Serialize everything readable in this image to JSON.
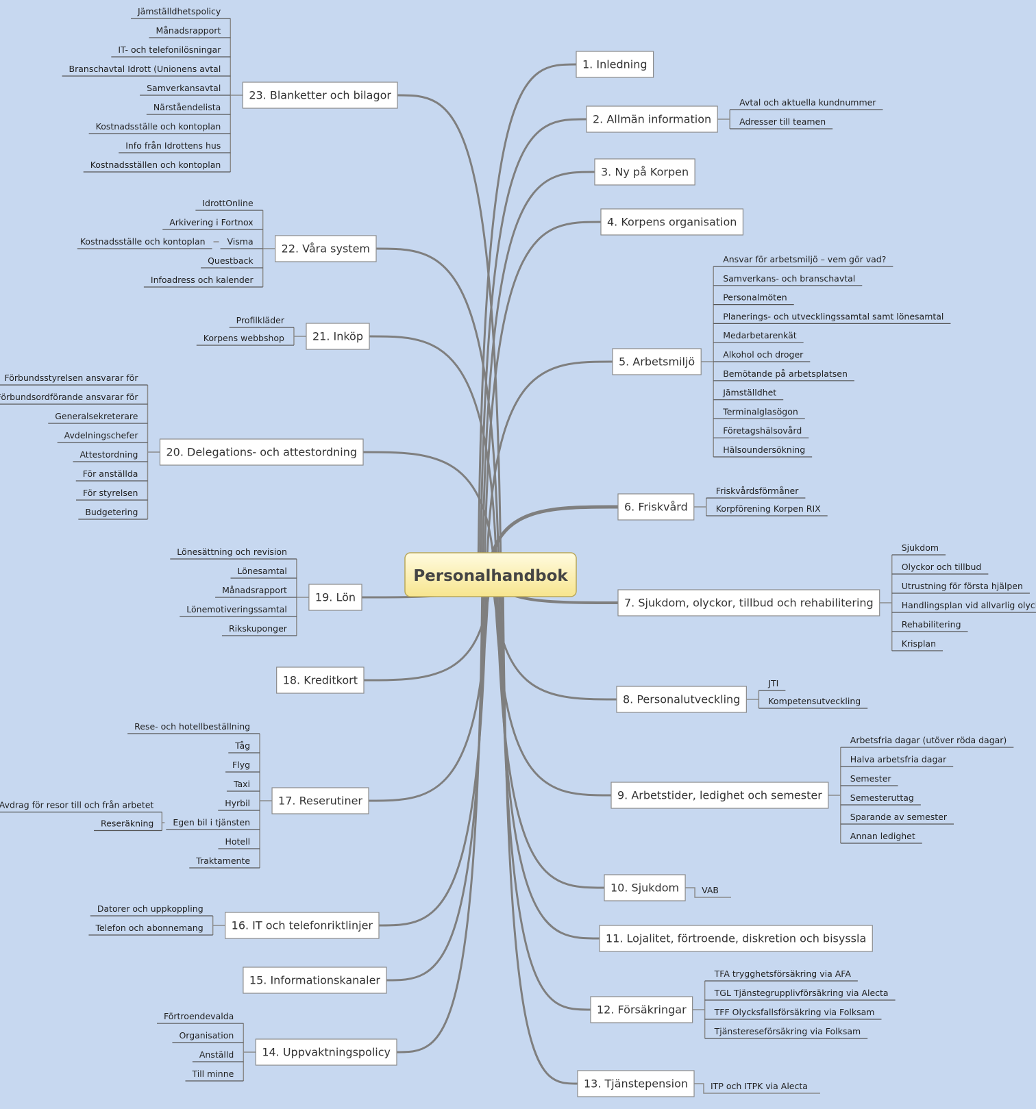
{
  "title": "Personalhandbok",
  "colors": {
    "background": "#c7d8f0",
    "branch": "#7f7f7f",
    "center_fill_top": "#fffbe0",
    "center_fill_bottom": "#f7e58e",
    "center_border": "#b9a758"
  },
  "right_topics": [
    {
      "label": "1. Inledning",
      "children": []
    },
    {
      "label": "2. Allmän information",
      "children": [
        "Avtal och aktuella kundnummer",
        "Adresser till teamen"
      ]
    },
    {
      "label": "3. Ny på Korpen",
      "children": []
    },
    {
      "label": "4. Korpens organisation",
      "children": []
    },
    {
      "label": "5. Arbetsmiljö",
      "children": [
        "Ansvar för arbetsmiljö – vem gör vad?",
        "Samverkans- och branschavtal",
        "Personalmöten",
        "Planerings- och utvecklingssamtal samt lönesamtal",
        "Medarbetarenkät",
        "Alkohol och droger",
        "Bemötande på arbetsplatsen",
        "Jämställdhet",
        "Terminalglasögon",
        "Företagshälsovård",
        "Hälsoundersökning"
      ]
    },
    {
      "label": "6. Friskvård",
      "children": [
        "Friskvårdsförmåner",
        "Korpförening Korpen RIX"
      ]
    },
    {
      "label": "7. Sjukdom, olyckor, tillbud och rehabilitering",
      "children": [
        "Sjukdom",
        "Olyckor och tillbud",
        "Utrustning för första hjälpen",
        "Handlingsplan vid allvarlig olycka",
        "Rehabilitering",
        "Krisplan"
      ]
    },
    {
      "label": "8. Personalutveckling",
      "children": [
        "JTI",
        "Kompetensutveckling"
      ]
    },
    {
      "label": "9. Arbetstider, ledighet och semester",
      "children": [
        "Arbetsfria dagar (utöver röda dagar)",
        "Halva arbetsfria dagar",
        "Semester",
        "Semesteruttag",
        "Sparande av semester",
        "Annan ledighet"
      ]
    },
    {
      "label": "10. Sjukdom",
      "children": [
        "VAB"
      ]
    },
    {
      "label": "11. Lojalitet, förtroende, diskretion och bisyssla",
      "children": []
    },
    {
      "label": "12. Försäkringar",
      "children": [
        "TFA trygghetsförsäkring via AFA",
        "TGL Tjänstegrupplivförsäkring via Alecta",
        "TFF Olycksfallsförsäkring via Folksam",
        "Tjänstereseförsäkring via Folksam"
      ]
    },
    {
      "label": "13. Tjänstepension",
      "children": [
        "ITP och ITPK via Alecta"
      ]
    }
  ],
  "left_topics": [
    {
      "label": "23. Blanketter och bilagor",
      "children": [
        {
          "label": "Jämställdhetspolicy"
        },
        {
          "label": "Månadsrapport"
        },
        {
          "label": "IT- och telefonilösningar"
        },
        {
          "label": "Branschavtal Idrott (Unionens avtal"
        },
        {
          "label": "Samverkansavtal"
        },
        {
          "label": "Närståendelista"
        },
        {
          "label": "Kostnadsställe och kontoplan"
        },
        {
          "label": "Info från Idrottens hus"
        },
        {
          "label": "Kostnadsställen och kontoplan"
        }
      ]
    },
    {
      "label": "22. Våra system",
      "children": [
        {
          "label": "IdrottOnline"
        },
        {
          "label": "Arkivering i Fortnox"
        },
        {
          "label": "Visma",
          "children": [
            "Kostnadsställe och kontoplan"
          ]
        },
        {
          "label": "Questback"
        },
        {
          "label": "Infoadress och kalender"
        }
      ]
    },
    {
      "label": "21. Inköp",
      "children": [
        {
          "label": "Profilkläder"
        },
        {
          "label": "Korpens webbshop"
        }
      ]
    },
    {
      "label": "20. Delegations- och attestordning",
      "children": [
        {
          "label": "Förbundsstyrelsen ansvarar för"
        },
        {
          "label": "Förbundsordförande ansvarar för"
        },
        {
          "label": "Generalsekreterare"
        },
        {
          "label": "Avdelningschefer"
        },
        {
          "label": "Attestordning"
        },
        {
          "label": "För anställda"
        },
        {
          "label": "För styrelsen"
        },
        {
          "label": "Budgetering"
        }
      ]
    },
    {
      "label": "19. Lön",
      "children": [
        {
          "label": "Lönesättning och revision"
        },
        {
          "label": "Lönesamtal"
        },
        {
          "label": "Månadsrapport"
        },
        {
          "label": "Lönemotiveringssamtal"
        },
        {
          "label": "Rikskuponger"
        }
      ]
    },
    {
      "label": "18. Kreditkort",
      "children": []
    },
    {
      "label": "17. Reserutiner",
      "children": [
        {
          "label": "Rese- och hotellbeställning"
        },
        {
          "label": "Tåg"
        },
        {
          "label": "Flyg"
        },
        {
          "label": "Taxi"
        },
        {
          "label": "Hyrbil"
        },
        {
          "label": "Egen bil i tjänsten",
          "children": [
            "Avdrag för resor till och från arbetet",
            "Reseräkning"
          ]
        },
        {
          "label": "Hotell"
        },
        {
          "label": "Traktamente"
        }
      ]
    },
    {
      "label": "16. IT och telefonriktlinjer",
      "children": [
        {
          "label": "Datorer och uppkoppling"
        },
        {
          "label": "Telefon och abonnemang"
        }
      ]
    },
    {
      "label": "15. Informationskanaler",
      "children": []
    },
    {
      "label": "14. Uppvaktningspolicy",
      "children": [
        {
          "label": "Förtroendevalda"
        },
        {
          "label": "Organisation"
        },
        {
          "label": "Anställd"
        },
        {
          "label": "Till minne"
        }
      ]
    }
  ]
}
